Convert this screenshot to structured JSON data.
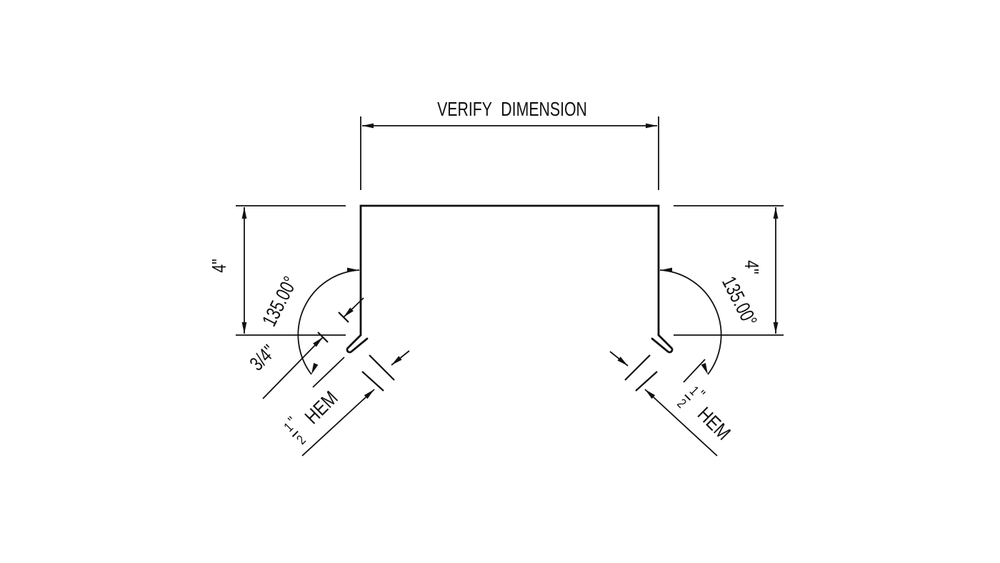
{
  "drawing": {
    "title": "VERIFY DIMENSION",
    "leg_left_label": "4\"",
    "leg_right_label": "4\"",
    "angle_left_label": "135.00°",
    "angle_right_label": "135.00°",
    "kick_label": "3/4\"",
    "hem": {
      "numerator": "1",
      "denominator": "2",
      "unit": "\"",
      "word": "HEM",
      "full": "1/2\" HEM"
    },
    "colors": {
      "ink": "#111111",
      "background": "#ffffff"
    }
  }
}
